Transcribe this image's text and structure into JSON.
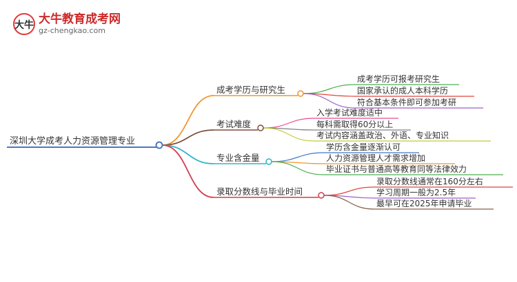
{
  "logo": {
    "title": "大牛教育成考网",
    "url": "gz-chengkao.com",
    "mark": "大牛",
    "title_color": "#cc2a2a",
    "mark_color": "#222222",
    "accent_color": "#e23b3b"
  },
  "mindmap": {
    "root": {
      "label": "深圳大学成考人力资源管理专业",
      "color": "#4a78c2"
    },
    "branches": [
      {
        "label": "成考学历与研究生",
        "color": "#f0962d",
        "children": [
          {
            "label": "成考学历可报考研究生",
            "color": "#4caf50"
          },
          {
            "label": "国家承认的成人本科学历",
            "color": "#e0453c"
          },
          {
            "label": "符合基本条件即可参加考研",
            "color": "#9c5fc2"
          }
        ]
      },
      {
        "label": "考试难度",
        "color": "#7b4f3a",
        "children": [
          {
            "label": "入学考试难度适中",
            "color": "#e84a8a"
          },
          {
            "label": "每科需取得60分以上",
            "color": "#808080"
          },
          {
            "label": "考试内容涵盖政治、外语、专业知识",
            "color": "#c8c83a"
          }
        ]
      },
      {
        "label": "专业含金量",
        "color": "#2bb5c9",
        "children": [
          {
            "label": "学历含金量逐渐认可",
            "color": "#3c78c8"
          },
          {
            "label": "人力资源管理人才需求增加",
            "color": "#f0962d"
          },
          {
            "label": "毕业证书与普通高等教育同等法律效力",
            "color": "#4caf50"
          }
        ]
      },
      {
        "label": "录取分数线与毕业时间",
        "color": "#d23c4c",
        "children": [
          {
            "label": "录取分数线通常在160分左右",
            "color": "#e0453c"
          },
          {
            "label": "学习周期一般为2.5年",
            "color": "#9c5fc2"
          },
          {
            "label": "最早可在2025年申请毕业",
            "color": "#8b5e4a"
          }
        ]
      }
    ]
  }
}
